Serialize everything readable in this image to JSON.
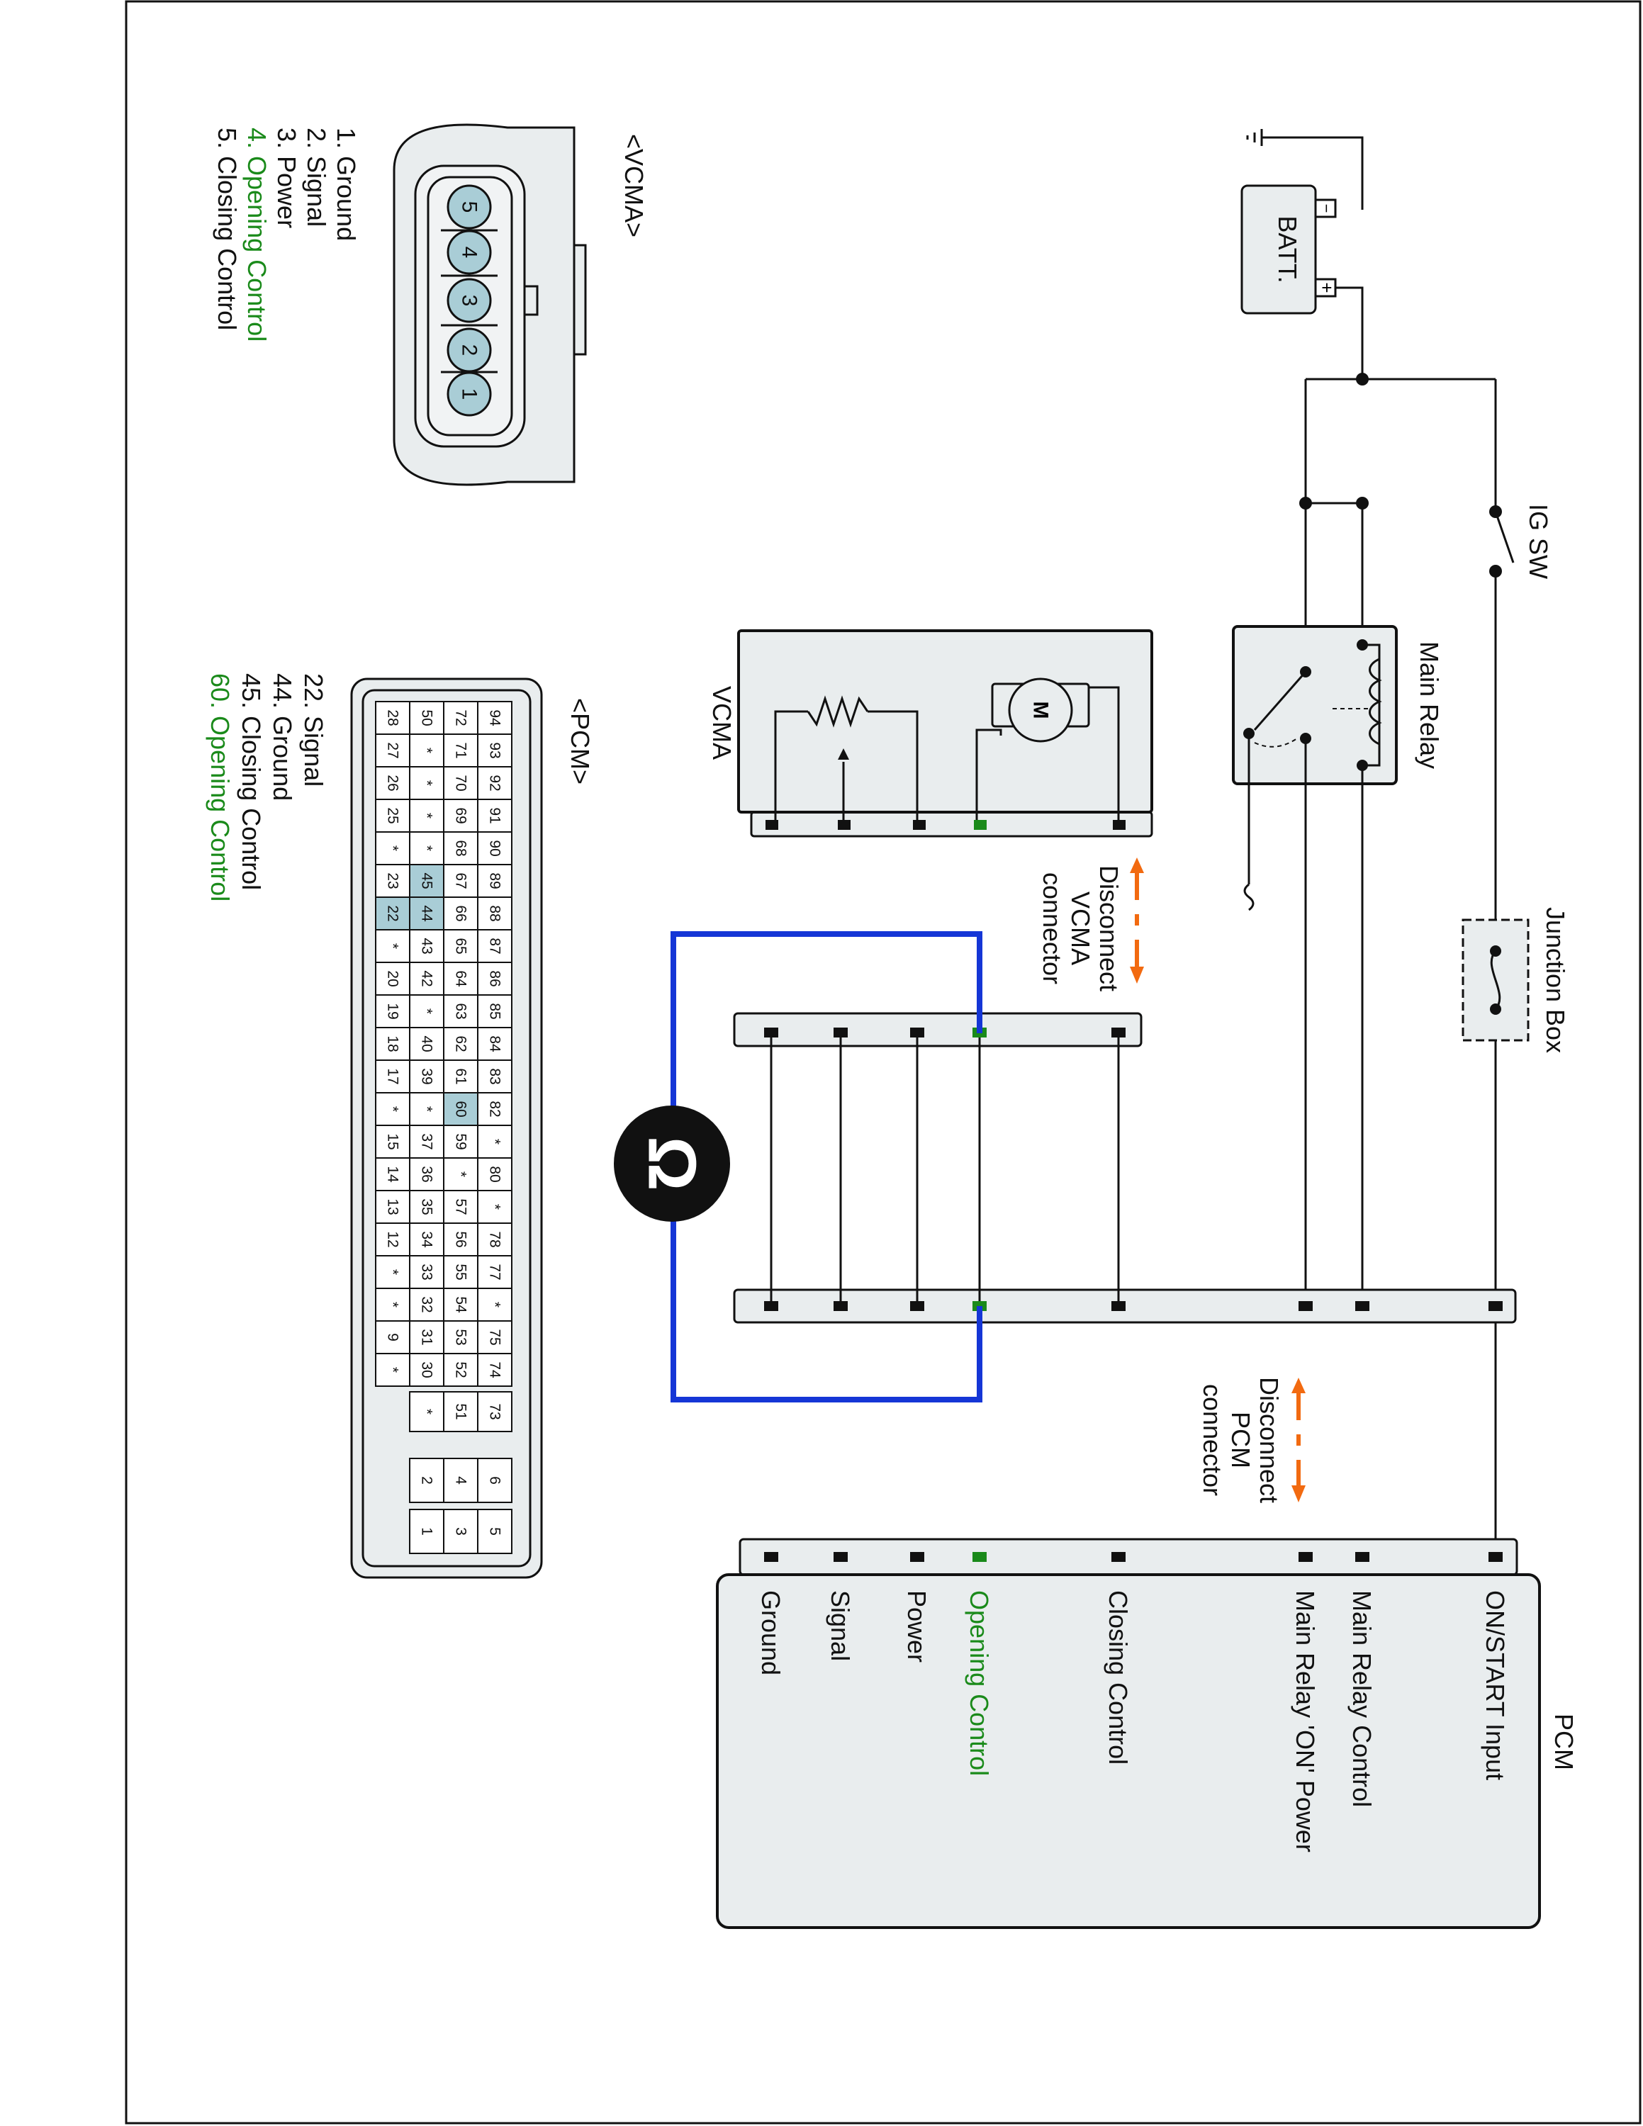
{
  "colors": {
    "accent_green": "#1a8a1a",
    "meter_wire_blue": "#1536d6",
    "disconnect_arrow_orange": "#f26a10",
    "component_fill": "#e9edee",
    "pin_highlight": "#a9cdd6"
  },
  "labels": {
    "ig_sw": "IG SW",
    "batt": "BATT.",
    "batt_minus": "−",
    "batt_plus": "+",
    "main_relay": "Main Relay",
    "junction_box": "Junction Box",
    "vcma_component": "VCMA",
    "motor_symbol": "M",
    "pcm_component": "PCM",
    "ohm_symbol": "Ω",
    "disconnect_vcma": [
      "Disconnect",
      "VCMA",
      "connector"
    ],
    "disconnect_pcm": [
      "Disconnect",
      "PCM",
      "connector"
    ]
  },
  "pcm_terminals": [
    {
      "label": "ON/START Input",
      "highlight": false
    },
    {
      "label": "Main Relay Control",
      "highlight": false
    },
    {
      "label": "Main Relay 'ON' Power",
      "highlight": false
    },
    {
      "label": "Closing Control",
      "highlight": false
    },
    {
      "label": "Opening Control",
      "highlight": true
    },
    {
      "label": "Power",
      "highlight": false
    },
    {
      "label": "Signal",
      "highlight": false
    },
    {
      "label": "Ground",
      "highlight": false
    }
  ],
  "vcma_connector": {
    "title": "<VCMA>",
    "pins": [
      "1",
      "2",
      "3",
      "4",
      "5"
    ],
    "legend": [
      {
        "text": "1. Ground",
        "highlight": false
      },
      {
        "text": "2. Signal",
        "highlight": false
      },
      {
        "text": "3. Power",
        "highlight": false
      },
      {
        "text": "4. Opening Control",
        "highlight": true
      },
      {
        "text": "5. Closing Control",
        "highlight": false
      }
    ]
  },
  "pcm_connector": {
    "title": "<PCM>",
    "grid": [
      [
        "94",
        "93",
        "92",
        "91",
        "90",
        "89",
        "88",
        "87",
        "86",
        "85",
        "84",
        "83",
        "82",
        "*",
        "80",
        "*",
        "78",
        "77",
        "*",
        "75",
        "74"
      ],
      [
        "72",
        "71",
        "70",
        "69",
        "68",
        "67",
        "66",
        "65",
        "64",
        "63",
        "62",
        "61",
        "60",
        "59",
        "*",
        "57",
        "56",
        "55",
        "54",
        "53",
        "52"
      ],
      [
        "50",
        "*",
        "*",
        "*",
        "*",
        "45",
        "44",
        "43",
        "42",
        "*",
        "40",
        "39",
        "*",
        "37",
        "36",
        "35",
        "34",
        "33",
        "32",
        "31",
        "30"
      ],
      [
        "28",
        "27",
        "26",
        "25",
        "*",
        "23",
        "22",
        "*",
        "20",
        "19",
        "18",
        "17",
        "*",
        "15",
        "14",
        "13",
        "12",
        "*",
        "*",
        "9",
        "*"
      ]
    ],
    "highlighted_pins": [
      "45",
      "44",
      "22",
      "60"
    ],
    "side_block": [
      [
        "73",
        "51",
        "*"
      ]
    ],
    "small_block": [
      [
        "6",
        "4",
        "2"
      ],
      [
        "5",
        "3",
        "1"
      ]
    ],
    "legend": [
      {
        "text": "22. Signal",
        "highlight": false
      },
      {
        "text": "44. Ground",
        "highlight": false
      },
      {
        "text": "45. Closing Control",
        "highlight": false
      },
      {
        "text": "60. Opening Control",
        "highlight": true
      }
    ]
  }
}
